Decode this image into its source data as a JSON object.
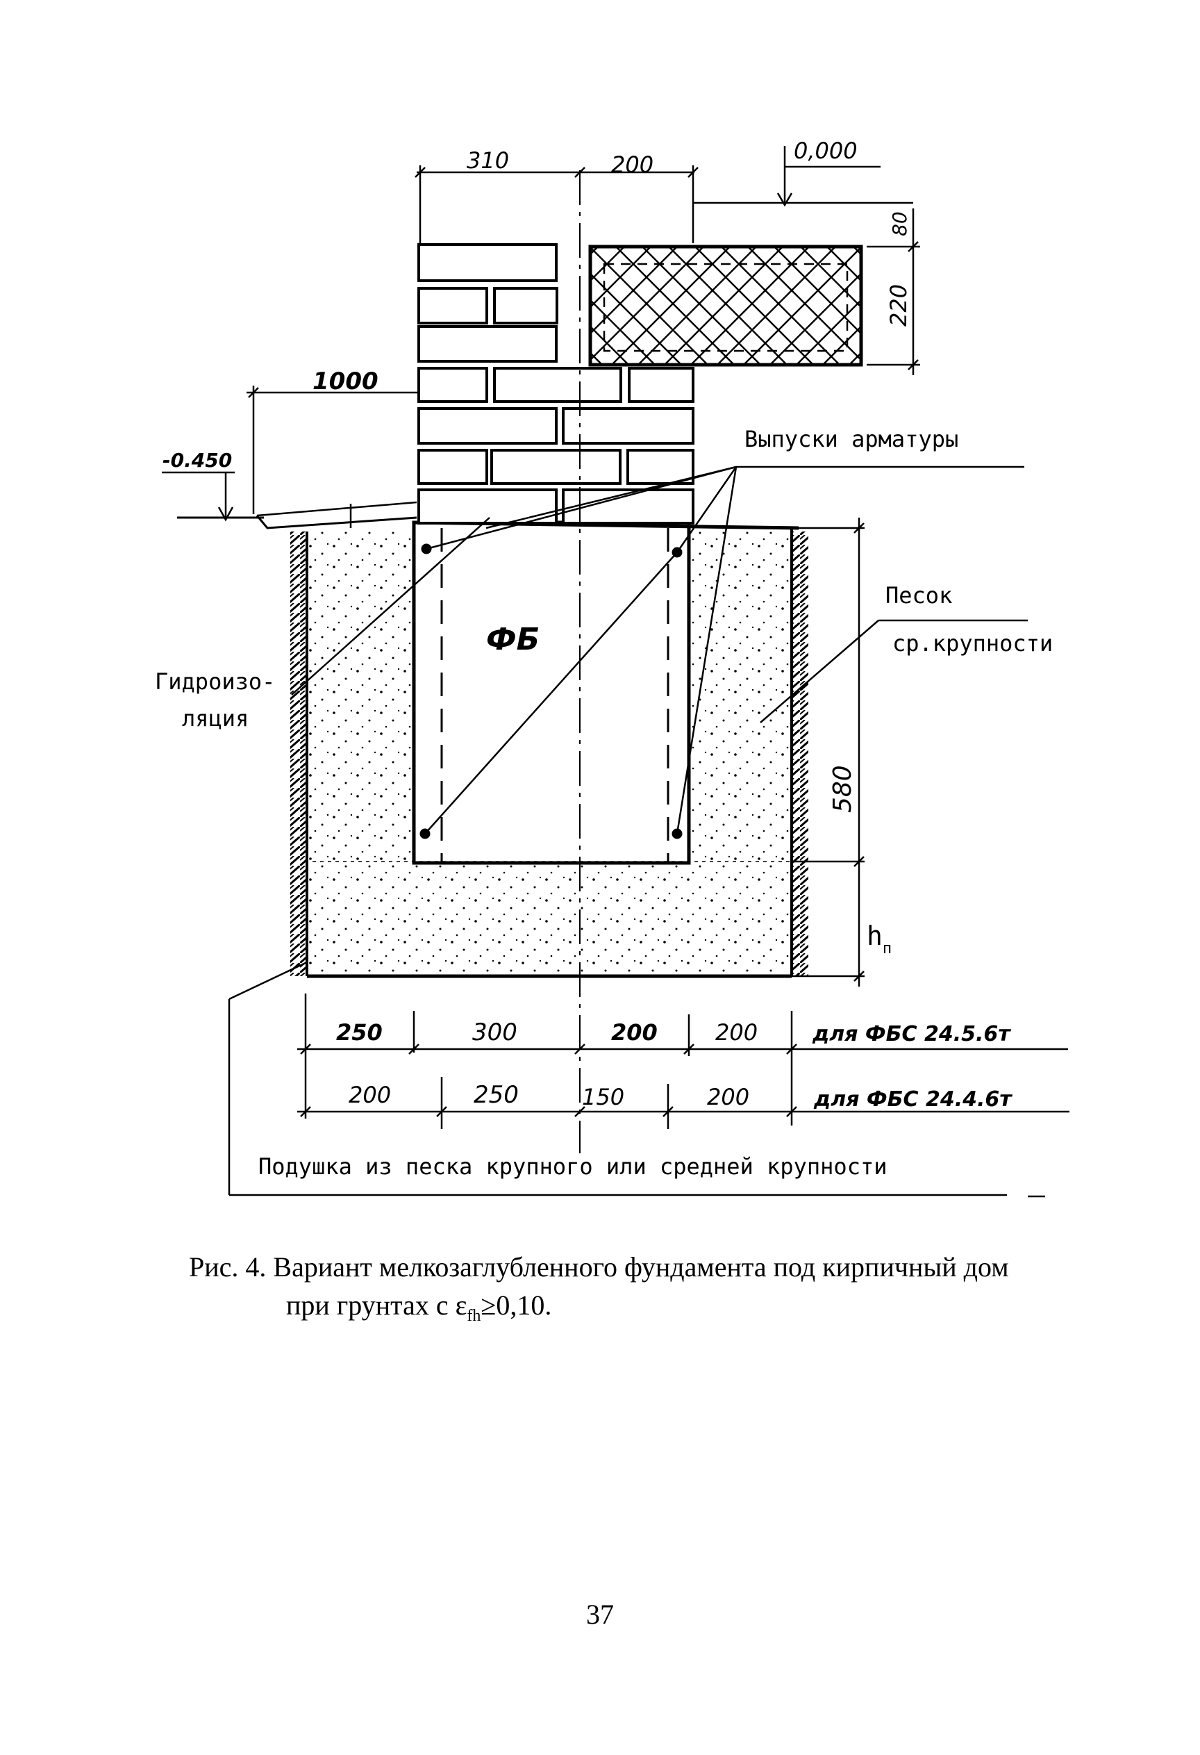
{
  "drawing": {
    "dimensions_top": {
      "left": "310",
      "right": "200"
    },
    "level_top": "0,000",
    "slab_dims": {
      "top": "80",
      "bottom": "220"
    },
    "dim_1000": "1000",
    "level_ground": "-0.450",
    "block_label": "ФБ",
    "dim_580": "580",
    "dim_hn": {
      "main": "h",
      "sub": "п"
    },
    "dims_row1": [
      "250",
      "300",
      "200",
      "200"
    ],
    "dims_row1_label": "для ФБС 24.5.6т",
    "dims_row2": [
      "200",
      "250",
      "150",
      "200"
    ],
    "dims_row2_label": "для ФБС 24.4.6т"
  },
  "labels": {
    "rebar_outlets": "Выпуски арматуры",
    "sand_line1": "Песок",
    "sand_line2": "ср.крупности",
    "waterproofing_line1": "Гидроизо-",
    "waterproofing_line2": "ляция",
    "cushion": "Подушка из песка крупного или средней крупности"
  },
  "caption": {
    "line1": "Рис. 4. Вариант мелкозаглубленного фундамента под кирпичный дом",
    "line2_prefix": "при грунтах с ε",
    "line2_sub": "fh",
    "line2_suffix": "≥0,10."
  },
  "page_number": "37"
}
